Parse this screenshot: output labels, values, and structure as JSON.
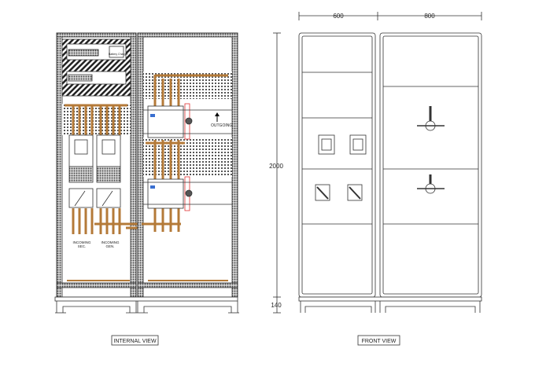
{
  "internal_view": {
    "title": "INTERNAL VIEW",
    "charger_label": "Battery Charger",
    "outgoing_label": "OUTGOING",
    "incoming_sec": [
      "INCOMING",
      "SEC."
    ],
    "incoming_gen": [
      "INCOMING",
      "GEN."
    ]
  },
  "front_view": {
    "title": "FRONT VIEW",
    "dim_width_left": "600",
    "dim_width_right": "800",
    "dim_height": "2000",
    "dim_base": "140"
  },
  "colors": {
    "busbar": "#d9a25e",
    "line": "#333333",
    "isolator_red": "#e03030"
  }
}
